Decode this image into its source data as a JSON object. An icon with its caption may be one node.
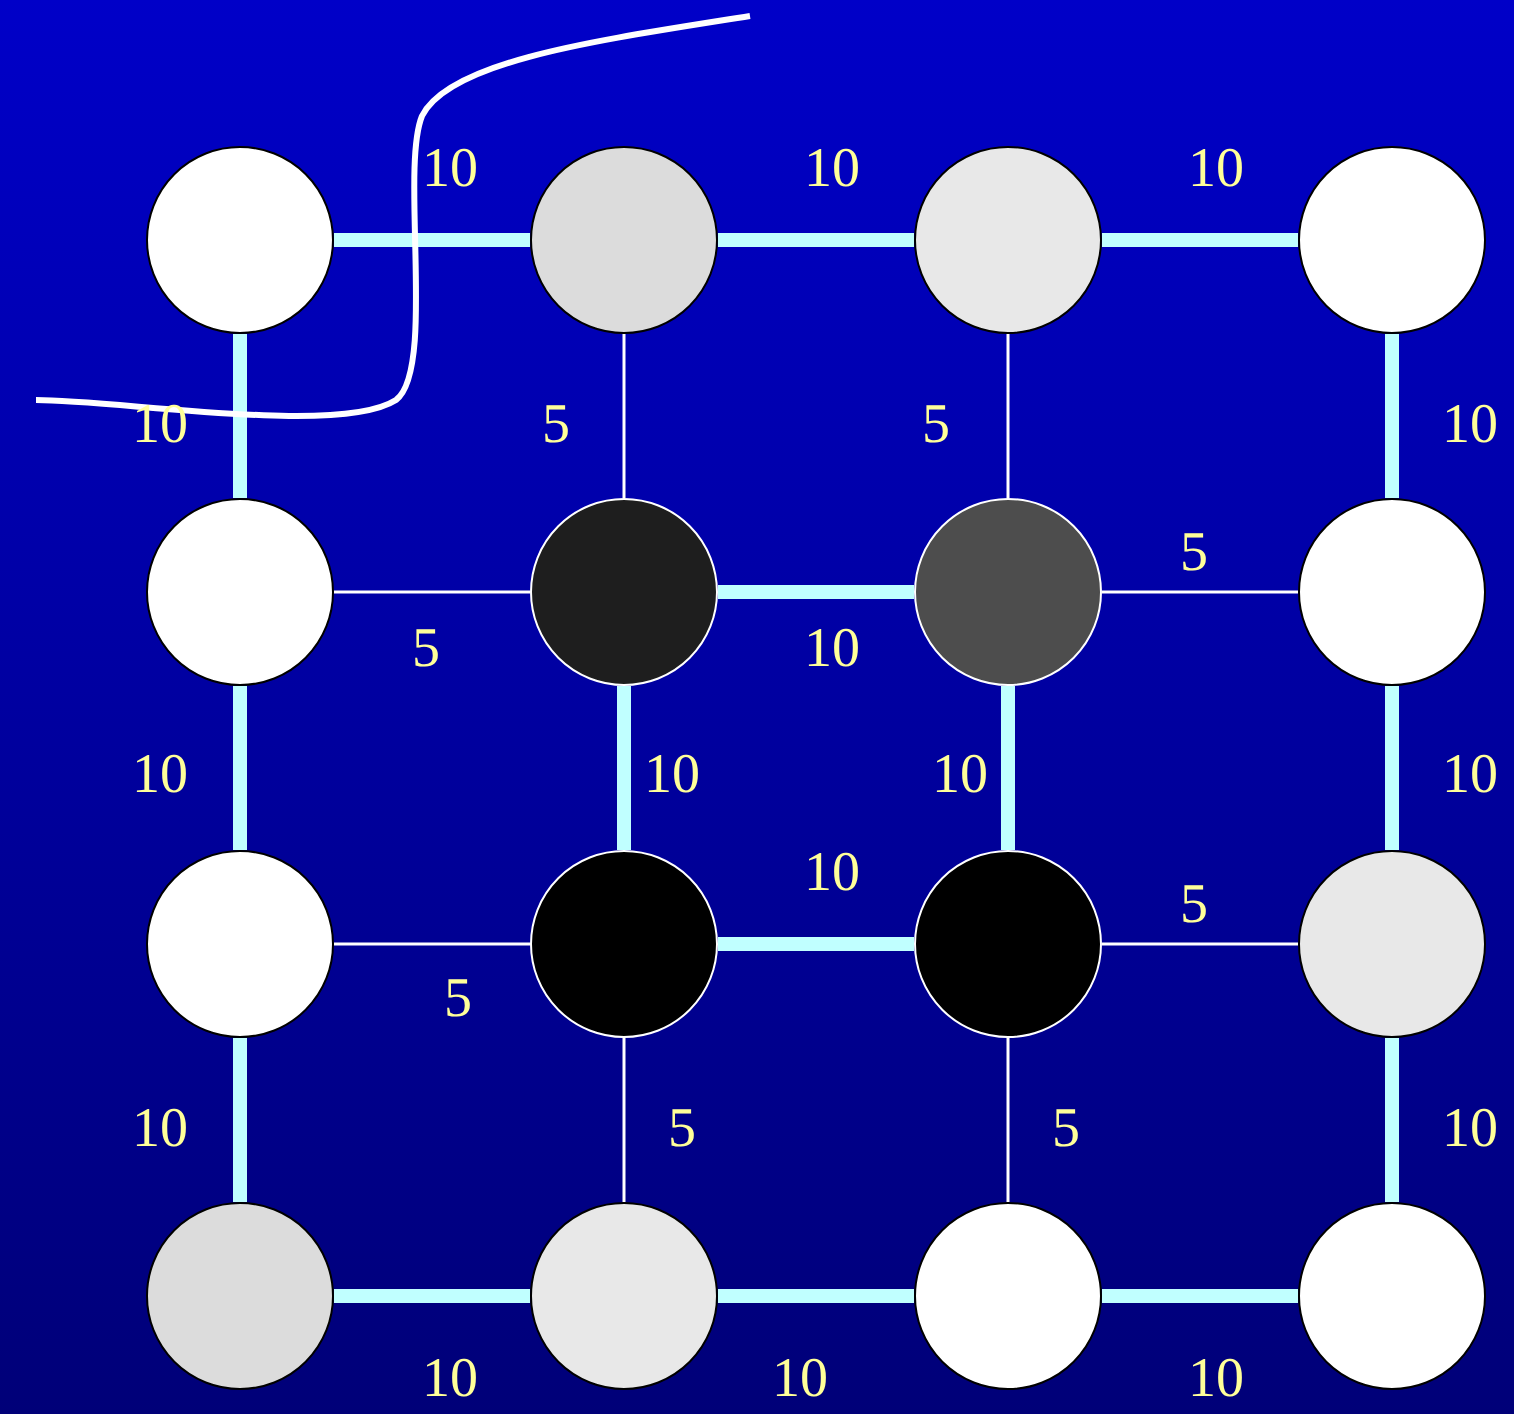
{
  "diagram": {
    "nodes": [
      {
        "text": [],
        "shape": "circle"
      },
      {
        "text": [],
        "shape": "circle"
      },
      {
        "text": [],
        "shape": "circle"
      },
      {
        "text": [],
        "shape": "circle"
      },
      {
        "text": [],
        "shape": "circle"
      },
      {
        "text": [],
        "shape": "circle"
      },
      {
        "text": [],
        "shape": "circle"
      },
      {
        "text": [],
        "shape": "circle"
      },
      {
        "text": [],
        "shape": "circle"
      },
      {
        "text": [],
        "shape": "circle"
      },
      {
        "text": [],
        "shape": "circle"
      },
      {
        "text": [],
        "shape": "circle"
      },
      {
        "text": [],
        "shape": "circle"
      },
      {
        "text": [],
        "shape": "circle"
      },
      {
        "text": [],
        "shape": "circle"
      },
      {
        "text": [],
        "shape": "circle"
      }
    ],
    "edges": [
      {
        "from": 0,
        "to": 1,
        "arrow": "none",
        "label": "10"
      },
      {
        "from": 1,
        "to": 2,
        "arrow": "none",
        "label": "10"
      },
      {
        "from": 2,
        "to": 3,
        "arrow": "none",
        "label": "10"
      },
      {
        "from": 4,
        "to": 5,
        "arrow": "none",
        "label": "5",
        "color": "#ffffff"
      },
      {
        "from": 5,
        "to": 6,
        "arrow": "none",
        "label": "10"
      },
      {
        "from": 6,
        "to": 7,
        "arrow": "none",
        "label": "5",
        "color": "#ffffff"
      },
      {
        "from": 8,
        "to": 9,
        "arrow": "none",
        "label": "5",
        "color": "#ffffff"
      },
      {
        "from": 9,
        "to": 10,
        "arrow": "none",
        "label": "10"
      },
      {
        "from": 10,
        "to": 11,
        "arrow": "none",
        "label": "5",
        "color": "#ffffff"
      },
      {
        "from": 12,
        "to": 13,
        "arrow": "none",
        "label": "10"
      },
      {
        "from": 13,
        "to": 14,
        "arrow": "none",
        "label": "10"
      },
      {
        "from": 14,
        "to": 15,
        "arrow": "none",
        "label": "10"
      },
      {
        "from": 0,
        "to": 4,
        "arrow": "none",
        "label": "10"
      },
      {
        "from": 4,
        "to": 8,
        "arrow": "none",
        "label": "10"
      },
      {
        "from": 8,
        "to": 12,
        "arrow": "none",
        "label": "10"
      },
      {
        "from": 1,
        "to": 5,
        "arrow": "none",
        "label": "5",
        "color": "#ffffff"
      },
      {
        "from": 5,
        "to": 9,
        "arrow": "none",
        "label": "10"
      },
      {
        "from": 9,
        "to": 13,
        "arrow": "none",
        "label": "5",
        "color": "#ffffff"
      },
      {
        "from": 2,
        "to": 6,
        "arrow": "none",
        "label": "5",
        "color": "#ffffff"
      },
      {
        "from": 6,
        "to": 10,
        "arrow": "none",
        "label": "10"
      },
      {
        "from": 10,
        "to": 14,
        "arrow": "none",
        "label": "5",
        "color": "#ffffff"
      },
      {
        "from": 3,
        "to": 7,
        "arrow": "none",
        "label": "10"
      },
      {
        "from": 7,
        "to": 11,
        "arrow": "none",
        "label": "10"
      },
      {
        "from": 11,
        "to": 15,
        "arrow": "none",
        "label": "10"
      }
    ]
  }
}
